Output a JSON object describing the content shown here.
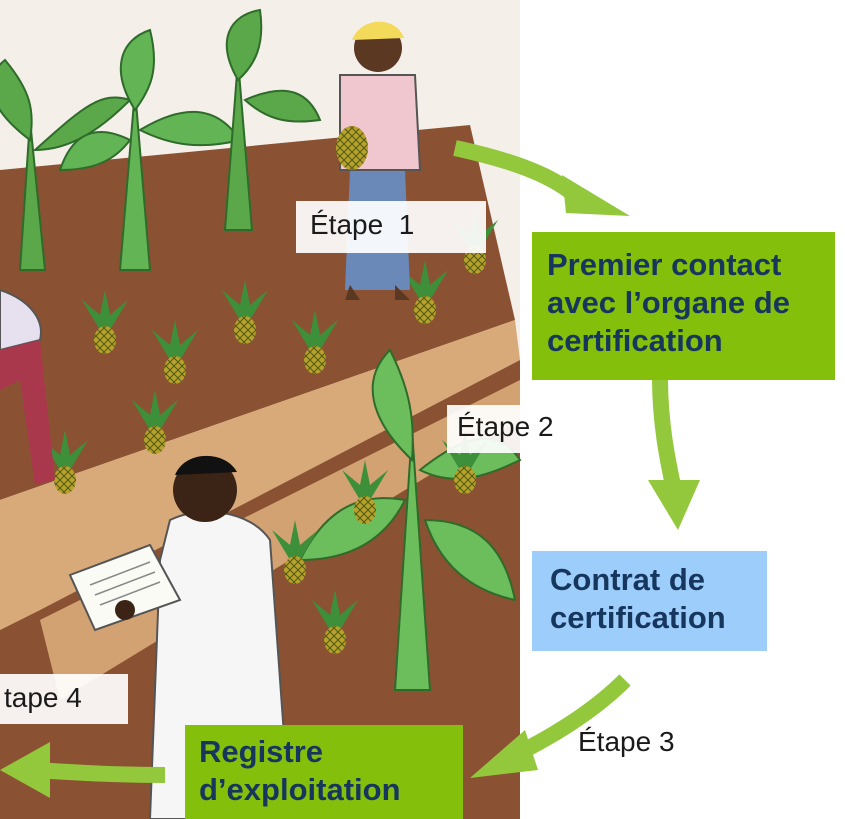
{
  "steps": [
    {
      "label": "Étape  1"
    },
    {
      "label": "Étape 2"
    },
    {
      "label": "Étape 3"
    },
    {
      "label": "tape 4"
    }
  ],
  "boxes": [
    {
      "lines": [
        "Premier contact",
        "avec l’organe de",
        "certification"
      ],
      "color": "#84bf0b"
    },
    {
      "lines": [
        "Contrat de",
        "certification"
      ],
      "color": "#9ccdfb"
    },
    {
      "lines": [
        "Registre",
        "d’exploitation"
      ],
      "color": "#84bf0b"
    }
  ],
  "arrow_color": "#94c83c"
}
